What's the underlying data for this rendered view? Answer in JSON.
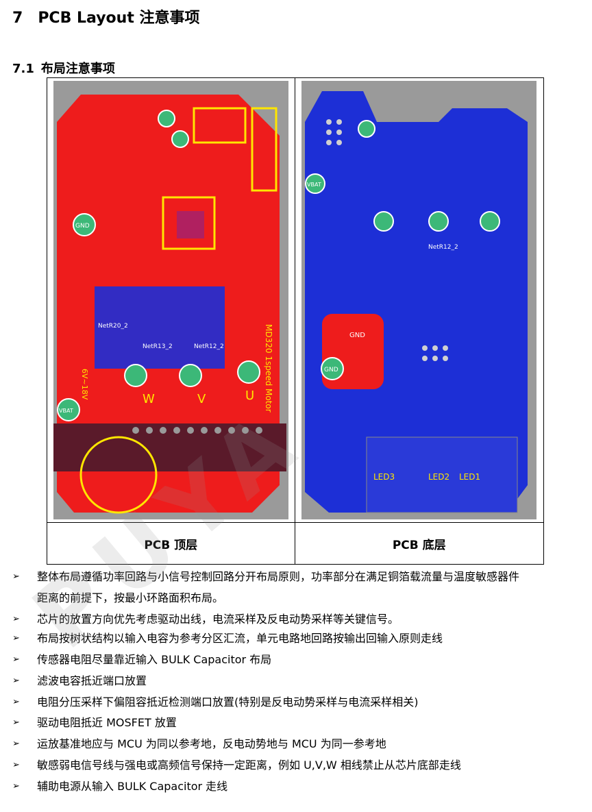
{
  "heading1": {
    "number": "7",
    "title": "PCB Layout 注意事项"
  },
  "heading2": {
    "number": "7.1",
    "title": "布局注意事项"
  },
  "figure": {
    "top_caption": "PCB 顶层",
    "bottom_caption": "PCB 底层",
    "top_labels": {
      "gnd": "GND",
      "vbat": "VBAT",
      "w": "W",
      "v": "V",
      "u": "U",
      "net1": "NetR13_2",
      "net2": "NetR12_2",
      "net3": "NetR20_2",
      "side": "MD320 1speed Motor",
      "volt": "6V~18V"
    },
    "bottom_labels": {
      "gnd": "GND",
      "vbat": "VBAT",
      "gnd2": "GND",
      "led3": "LED3",
      "led2": "LED2",
      "led1": "LED1",
      "net": "NetR12_2"
    }
  },
  "watermark": "PUYA",
  "bullets": [
    {
      "marker": "➢",
      "line1": "整体布局遵循功率回路与小信号控制回路分开布局原则，功率部分在满足铜箔载流量与温度敏感器件",
      "line2": "距离的前提下，按最小环路面积布局。"
    },
    {
      "marker": "➢",
      "line1": "芯片的放置方向优先考虑驱动出线，电流采样及反电动势采样等关键信号。"
    },
    {
      "marker": "➢",
      "line1": "布局按树状结构以输入电容为参考分区汇流，单元电路地回路按输出回输入原则走线"
    },
    {
      "marker": "➢",
      "line1": "传感器电阻尽量靠近输入 BULK Capacitor 布局"
    },
    {
      "marker": "➢",
      "line1": "滤波电容抵近端口放置"
    },
    {
      "marker": "➢",
      "line1": "电阻分压采样下偏阻容抵近检测端口放置(特别是反电动势采样与电流采样相关)"
    },
    {
      "marker": "➢",
      "line1": "驱动电阻抵近 MOSFET 放置"
    },
    {
      "marker": "➢",
      "line1": "运放基准地应与 MCU 为同以参考地，反电动势地与 MCU 为同一参考地"
    },
    {
      "marker": "➢",
      "line1": "敏感弱电信号线与强电或高频信号保持一定距离，例如 U,V,W 相线禁止从芯片底部走线"
    },
    {
      "marker": "➢",
      "line1": "辅助电源从输入 BULK Capacitor 走线"
    }
  ]
}
